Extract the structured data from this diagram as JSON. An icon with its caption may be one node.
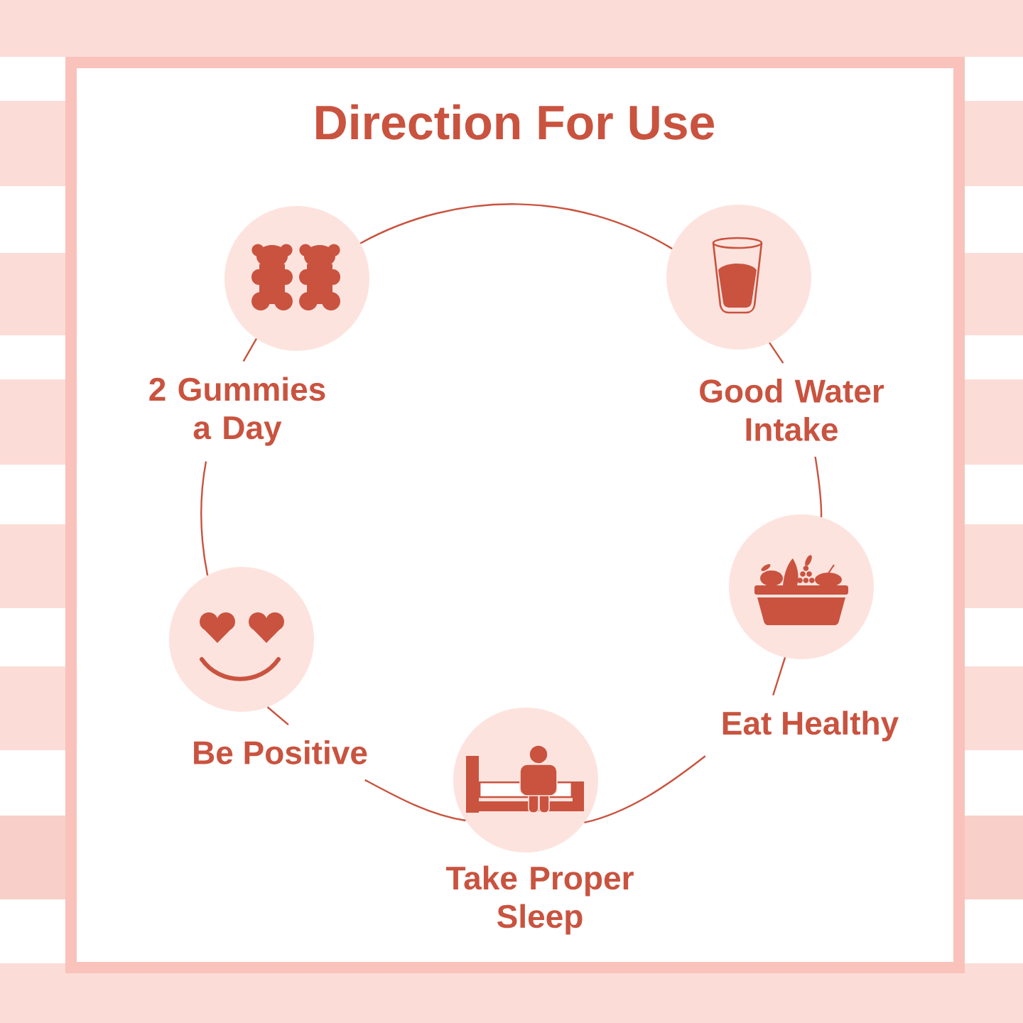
{
  "diagram": {
    "title": "Direction For Use",
    "nodes": [
      {
        "text": [],
        "shape": "circle"
      },
      {
        "text": [
          "2 Gummies a Day"
        ]
      },
      {
        "text": [],
        "shape": "circle"
      },
      {
        "text": [
          "Good Water Intake"
        ]
      },
      {
        "text": [],
        "shape": "circle"
      },
      {
        "text": [
          "Eat Healthy"
        ]
      },
      {
        "text": [],
        "shape": "circle",
        "beside": [
          "Take Proper Sleep"
        ]
      },
      {
        "text": [
          "Be Positive"
        ]
      },
      {
        "text": [],
        "shape": "circle"
      }
    ],
    "edges": [
      {
        "from": 0,
        "to": 2,
        "arrow": "none"
      },
      {
        "from": 2,
        "to": 3,
        "arrow": "none"
      },
      {
        "from": 3,
        "to": 4,
        "arrow": "none"
      },
      {
        "from": 4,
        "to": 5,
        "arrow": "none"
      },
      {
        "from": 5,
        "to": 6,
        "arrow": "none"
      },
      {
        "from": 6,
        "to": 7,
        "arrow": "none"
      },
      {
        "from": 7,
        "to": 8,
        "arrow": "none"
      },
      {
        "from": 8,
        "to": 1,
        "arrow": "none"
      },
      {
        "from": 1,
        "to": 0,
        "arrow": "none"
      }
    ]
  }
}
